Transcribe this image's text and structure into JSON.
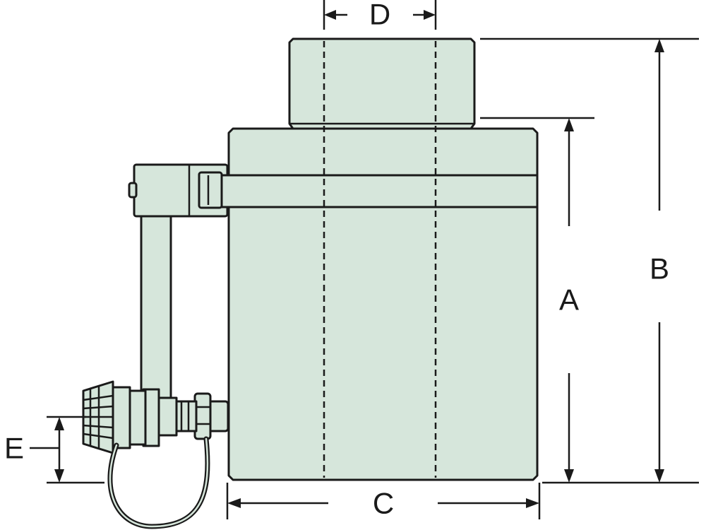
{
  "colors": {
    "body_fill": "#d6e6db",
    "outline": "#1a1a1a",
    "background": "#ffffff"
  },
  "dimensions": {
    "A": "A",
    "B": "B",
    "C": "C",
    "D": "D",
    "E": "E"
  }
}
